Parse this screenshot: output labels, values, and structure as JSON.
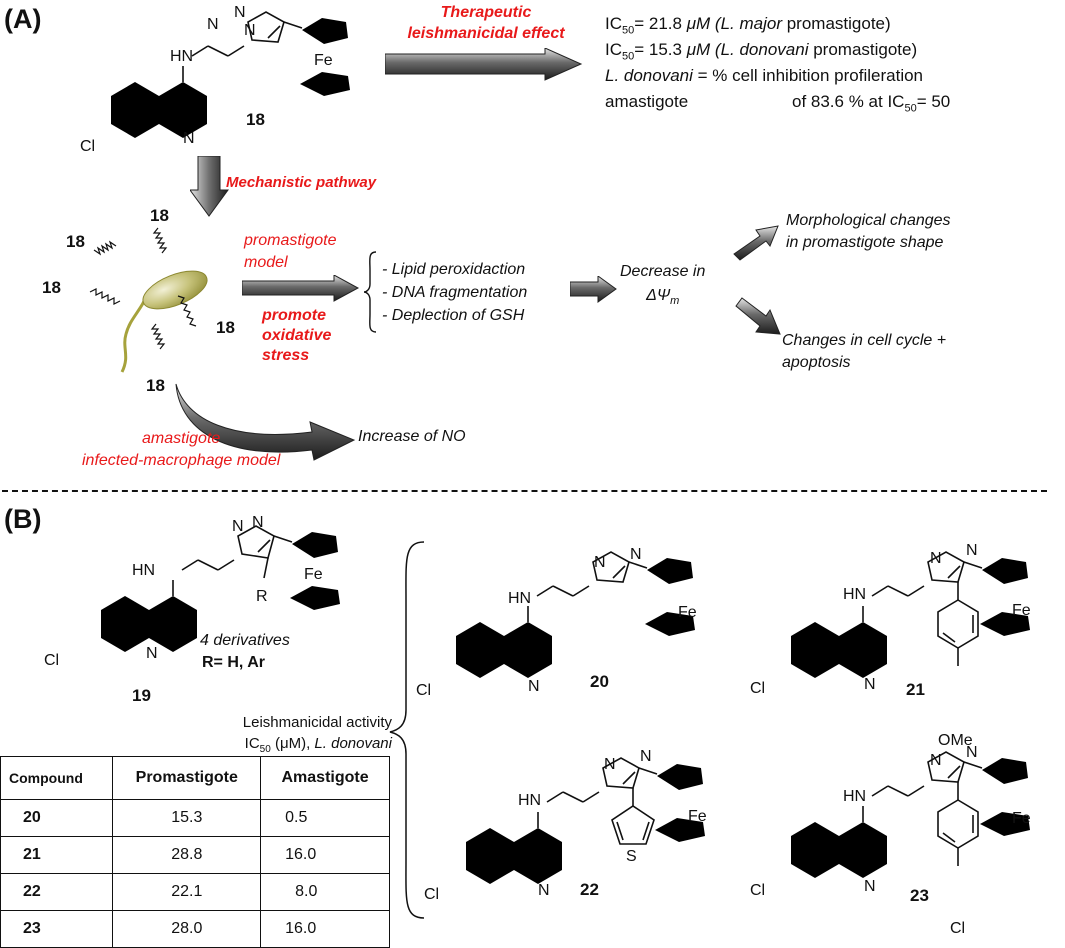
{
  "panel_a": {
    "label": "(A)",
    "compound_label": "18",
    "therapeutic_label_1": "Therapeutic",
    "therapeutic_label_2": "leishmanicidal effect",
    "ic50_major_prefix": "IC",
    "ic50_major_sub": "50",
    "ic50_major_value": "= 21.8 ",
    "ic50_major_unit": "μM (",
    "ic50_major_species": "L. major",
    "ic50_major_suffix": " promastigote)",
    "ic50_donovani_prefix": "IC",
    "ic50_donovani_sub": "50",
    "ic50_donovani_value": "= 15.3 ",
    "ic50_donovani_unit": "μM (",
    "ic50_donovani_species": "L. donovani",
    "ic50_donovani_suffix": " promastigote)",
    "amastigote_line_species": "L. donovani",
    "amastigote_line_rest": " = % cell inhibition profileration",
    "amastigote_word": "amastigote",
    "amastigote_value": "of 83.6 % at IC",
    "amastigote_value_sub": "50",
    "amastigote_value_end": "= 50",
    "mechanistic": "Mechanistic pathway",
    "promastigote_model_1": "promastigote",
    "promastigote_model_2": "model",
    "oxidative_1": "promote",
    "oxidative_2": "oxidative",
    "oxidative_3": "stress",
    "effects": [
      "- Lipid peroxidaction",
      "- DNA fragmentation",
      "- Deplection of GSH"
    ],
    "decrease_1": "Decrease in",
    "decrease_2": "ΔΨ",
    "decrease_2_sub": "m",
    "morph_1": "Morphological changes",
    "morph_2": "in promastigote shape",
    "cycle_1": "Changes in cell cycle +",
    "cycle_2": "apoptosis",
    "amastigote_model_1": "amastigote",
    "amastigote_model_2": "infected-macrophage model",
    "no_increase": "Increase of NO"
  },
  "panel_b": {
    "label": "(B)",
    "general_label": "19",
    "derivatives": "4 derivatives",
    "r_group": "R= H, Ar",
    "r_symbol": "R",
    "activity_1": "Leishmanicidal activity",
    "activity_2_prefix": "IC",
    "activity_2_sub": "50",
    "activity_2_mid": " (μM), ",
    "activity_2_species": "L. donovani",
    "compounds": [
      "20",
      "21",
      "22",
      "23"
    ],
    "ome": "OMe",
    "table": {
      "headers": [
        "Compound",
        "Promastigote",
        "Amastigote"
      ],
      "rows": [
        {
          "compound": "20",
          "promastigote": "15.3",
          "amastigote": "0.5"
        },
        {
          "compound": "21",
          "promastigote": "28.8",
          "amastigote": "16.0"
        },
        {
          "compound": "22",
          "promastigote": "22.1",
          "amastigote": "8.0"
        },
        {
          "compound": "23",
          "promastigote": "28.0",
          "amastigote": "16.0"
        }
      ]
    }
  },
  "atoms": {
    "nh": "HN",
    "n": "N",
    "cl": "Cl",
    "fe": "Fe",
    "s": "S"
  },
  "colors": {
    "red": "#e8191a",
    "parasite": "#a6a23c"
  }
}
